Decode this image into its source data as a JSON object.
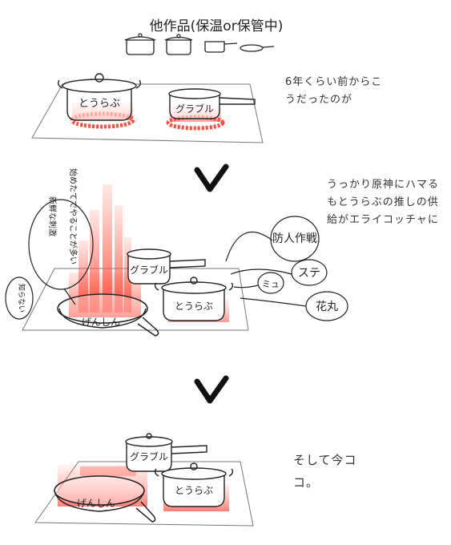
{
  "title": "他作品(保温or保管中)",
  "panel1": {
    "pot_left": "とうらぶ",
    "pot_right": "グラブル",
    "note_lines": [
      "6年くらい前からこうだったのが"
    ]
  },
  "panel2": {
    "pan": "げんしん",
    "pot_back": "グラブル",
    "pot_front": "とうらぶ",
    "bubble_left_lines": [
      "始めたてでやることが多い",
      "新鮮な刺激"
    ],
    "bubble_left_small": "知らない",
    "bubbles_right": [
      "防人作戦",
      "ステ",
      "ミュ",
      "花丸"
    ],
    "note_lines": [
      "うっかり原神にハマるもとうらぶの推しの供給がエライコッチャに"
    ]
  },
  "panel3": {
    "pan": "げんしん",
    "pot_back": "グラブル",
    "pot_front": "とうらぶ",
    "note_lines": [
      "そして今ココ。"
    ]
  },
  "colors": {
    "flame": "#ff5a4e",
    "ink": "#222222"
  }
}
